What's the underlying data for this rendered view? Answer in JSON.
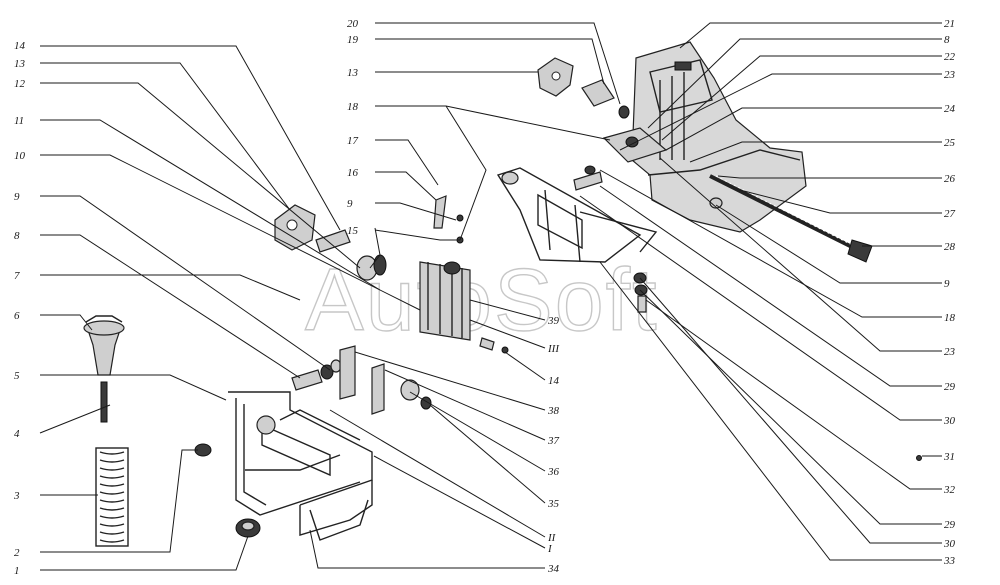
{
  "watermark": "AutoSoft",
  "left_callouts": [
    "14",
    "13",
    "12",
    "11",
    "10",
    "9",
    "8",
    "7",
    "6",
    "5",
    "4",
    "3",
    "2",
    "1"
  ],
  "mid_callouts": [
    "20",
    "19",
    "13",
    "18",
    "17",
    "16",
    "9",
    "15"
  ],
  "right_callouts": [
    "21",
    "8",
    "22",
    "23",
    "24",
    "25",
    "26",
    "27",
    "28",
    "9",
    "18",
    "23",
    "29",
    "30",
    "31",
    "32",
    "29",
    "30",
    "33"
  ],
  "center_callouts": [
    "39",
    "III",
    "14",
    "38",
    "37",
    "36",
    "35",
    "II",
    "I",
    "34"
  ]
}
